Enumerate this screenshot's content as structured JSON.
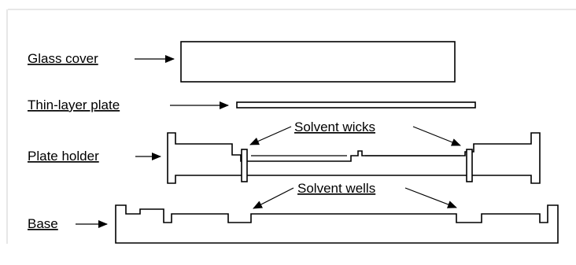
{
  "labels": {
    "glass_cover": "Glass cover",
    "thin_layer_plate": "Thin-layer plate",
    "plate_holder": "Plate holder",
    "base": "Base",
    "solvent_wicks": "Solvent wicks",
    "solvent_wells": "Solvent wells"
  },
  "colors": {
    "stroke": "#000000",
    "fill": "#ffffff",
    "frame": "#cfcfcf"
  }
}
